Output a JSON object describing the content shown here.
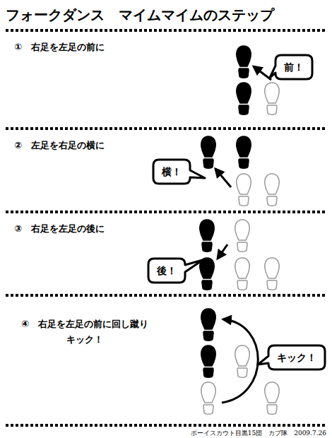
{
  "diagram": {
    "title": "フォークダンス　マイムマイムのステップ",
    "nodes": [
      {
        "text": [
          "前！"
        ]
      },
      {
        "text": [
          "横！"
        ]
      },
      {
        "text": [
          "後！"
        ]
      },
      {
        "text": [
          "キック！"
        ]
      }
    ],
    "labels": [
      "①　右足を左足の前に",
      "②　左足を右足の横に",
      "③　右足を左足の後に",
      "④　右足を左足の前に回し蹴り キック！",
      "ボーイスカウト目黒15団　カブ隊　2009.7.26"
    ]
  }
}
